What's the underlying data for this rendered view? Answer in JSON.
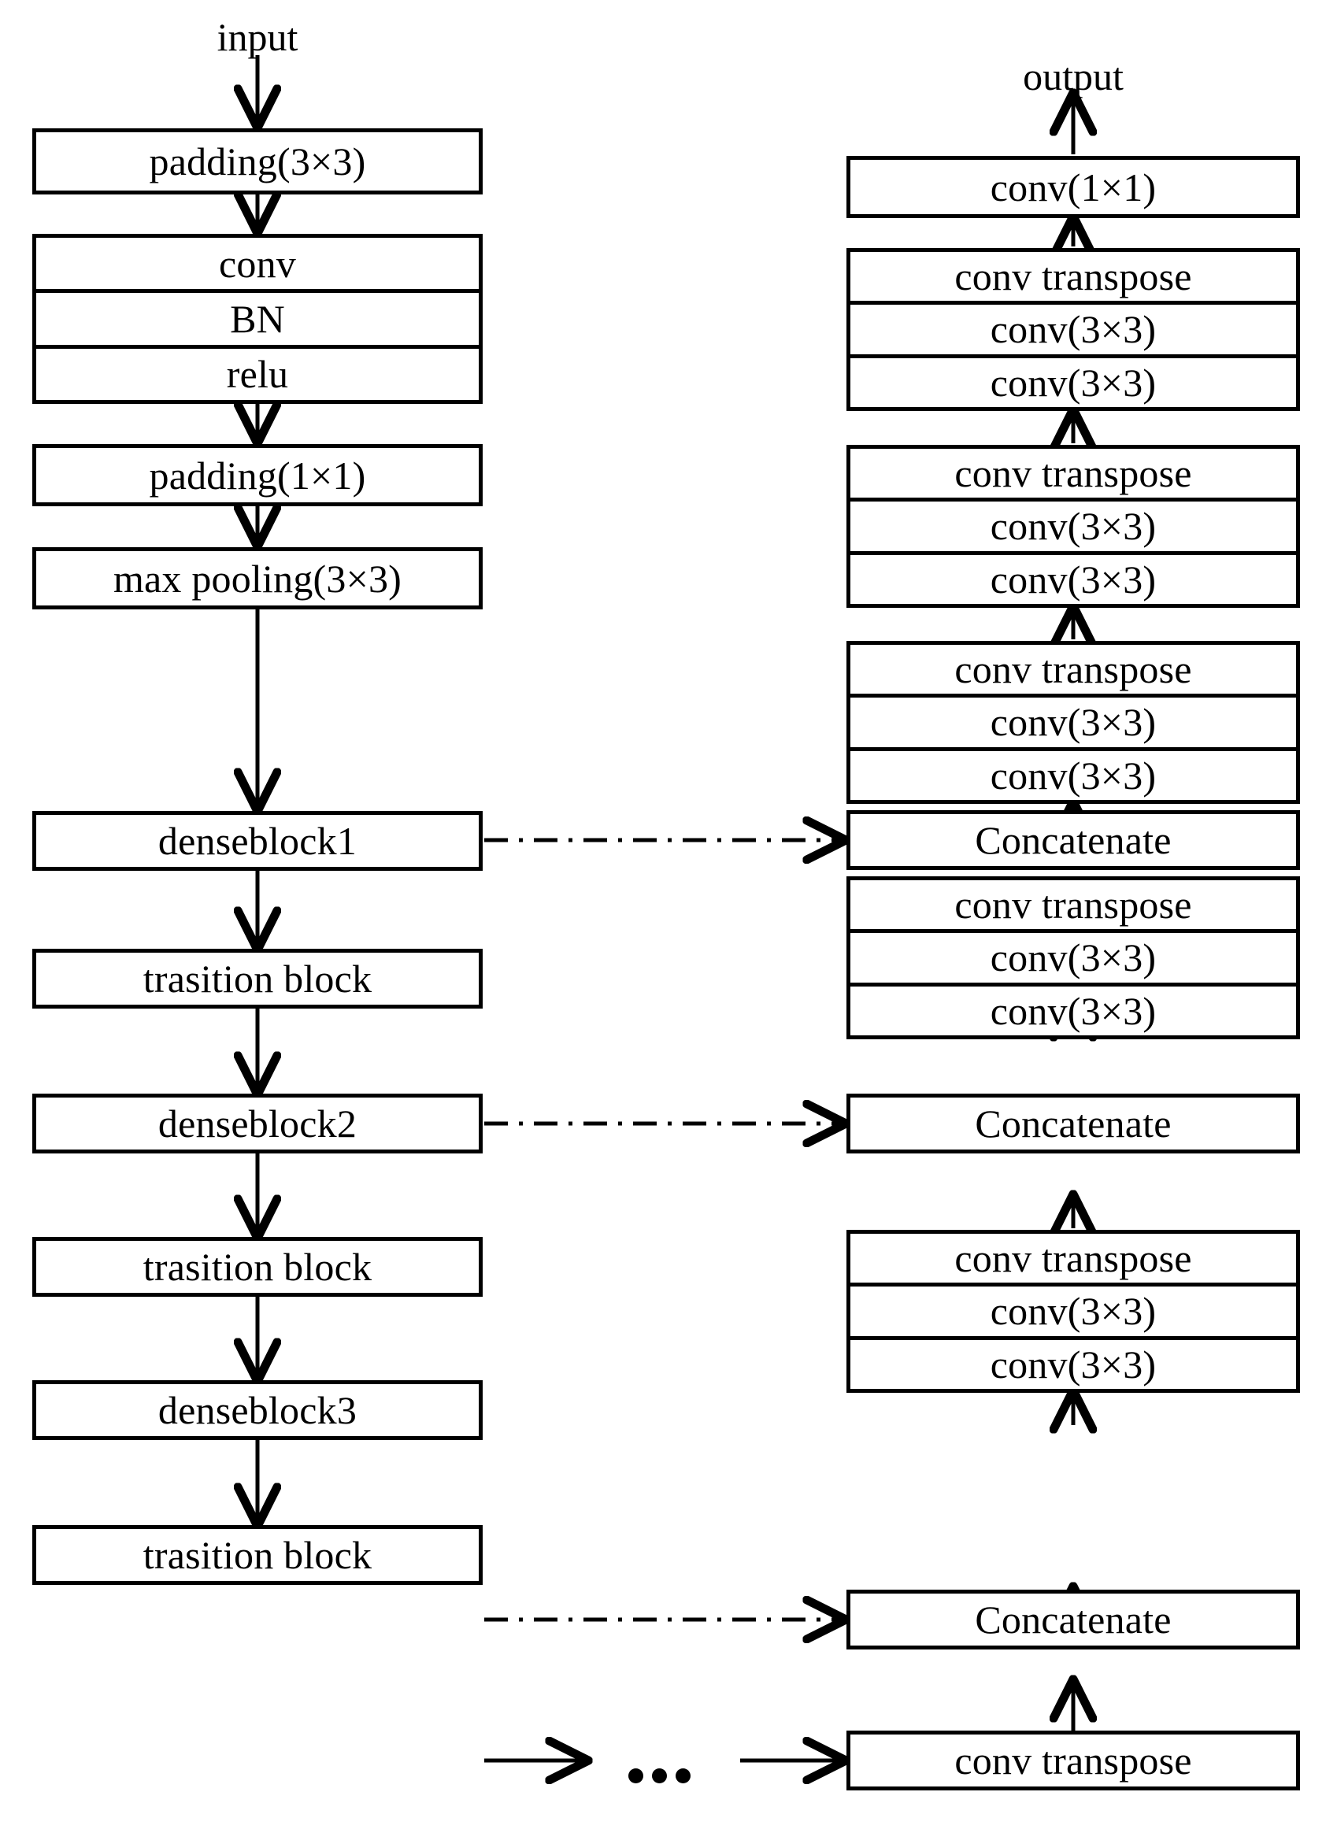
{
  "diagram": {
    "title": "DenseNet encoder-decoder network architecture",
    "stroke_color": "#000000",
    "background_color": "#ffffff",
    "endpoints": {
      "input_label": "input",
      "output_label": "output"
    },
    "encoder": {
      "name": "encoder-path",
      "nodes": [
        {
          "id": "enc-padding-3x3",
          "label": "padding(3×3)"
        },
        {
          "id": "enc-conv-bn-relu",
          "rows": [
            "conv",
            "BN",
            "relu"
          ]
        },
        {
          "id": "enc-padding-1x1",
          "label": "padding(1×1)"
        },
        {
          "id": "enc-max-pooling",
          "label": "max pooling(3×3)"
        },
        {
          "id": "enc-denseblock1",
          "label": "denseblock1"
        },
        {
          "id": "enc-trasition-block-1",
          "label": "trasition block"
        },
        {
          "id": "enc-denseblock2",
          "label": "denseblock2"
        },
        {
          "id": "enc-trasition-block-2",
          "label": "trasition block"
        },
        {
          "id": "enc-denseblock3",
          "label": "denseblock3"
        },
        {
          "id": "enc-trasition-block-3",
          "label": "trasition block"
        }
      ]
    },
    "decoder": {
      "name": "decoder-path",
      "nodes": [
        {
          "id": "dec-conv-1x1",
          "label": "conv(1×1)"
        },
        {
          "id": "dec-up-block-1",
          "rows": [
            "conv transpose",
            "conv(3×3)",
            "conv(3×3)"
          ]
        },
        {
          "id": "dec-up-block-2",
          "rows": [
            "conv transpose",
            "conv(3×3)",
            "conv(3×3)"
          ]
        },
        {
          "id": "dec-concatenate-1",
          "label": "Concatenate"
        },
        {
          "id": "dec-up-block-3",
          "rows": [
            "conv transpose",
            "conv(3×3)",
            "conv(3×3)"
          ]
        },
        {
          "id": "dec-concatenate-2",
          "label": "Concatenate"
        },
        {
          "id": "dec-up-block-4",
          "rows": [
            "conv transpose",
            "conv(3×3)",
            "conv(3×3)"
          ]
        },
        {
          "id": "dec-concatenate-3",
          "label": "Concatenate"
        },
        {
          "id": "dec-conv-transpose-bottom",
          "label": "conv transpose"
        }
      ]
    },
    "skip_connections": [
      {
        "from": "denseblock1",
        "to": "Concatenate",
        "style": "dash-dot"
      },
      {
        "from": "denseblock2",
        "to": "Concatenate",
        "style": "dash-dot"
      },
      {
        "from": "denseblock3",
        "to": "Concatenate",
        "style": "dash-dot"
      }
    ],
    "continuation": {
      "label": "•••",
      "from": "trasition block",
      "to": "conv transpose"
    }
  }
}
